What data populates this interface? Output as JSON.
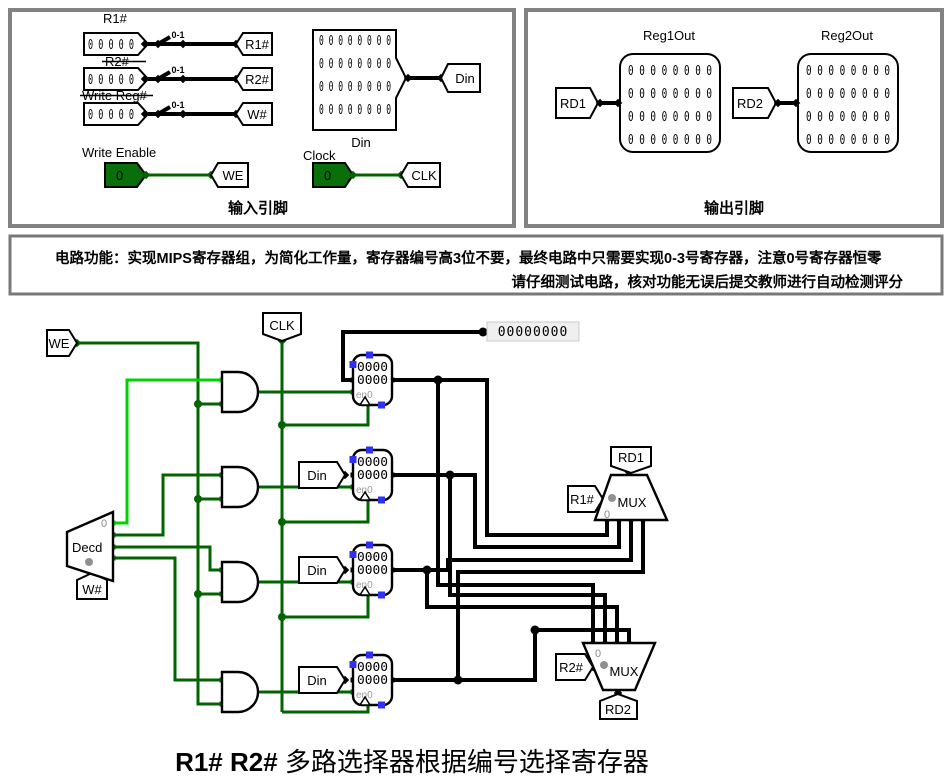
{
  "input_panel": {
    "caption": "输入引脚",
    "bus_pins": [
      {
        "label": "R1#",
        "bits": "0 0 0 0 0",
        "splitter": "0-1",
        "tunnel": "R1#"
      },
      {
        "label": "R2#",
        "bits": "0 0 0 0 0",
        "splitter": "0-1",
        "tunnel": "R2#"
      },
      {
        "label": "Write Reg#",
        "bits": "0 0 0 0 0",
        "splitter": "0-1",
        "tunnel": "W#"
      }
    ],
    "write_enable": {
      "label": "Write Enable",
      "value": "0",
      "tunnel": "WE"
    },
    "din": {
      "label": "Din",
      "row": "0 0 0 0 0 0 0 0",
      "tunnel": "Din"
    },
    "clock": {
      "label": "Clock",
      "value": "0",
      "tunnel": "CLK"
    }
  },
  "output_panel": {
    "caption": "输出引脚",
    "pins": [
      {
        "label": "Reg1Out",
        "row": "0 0 0 0 0 0 0 0",
        "tunnel": "RD1"
      },
      {
        "label": "Reg2Out",
        "row": "0 0 0 0 0 0 0 0",
        "tunnel": "RD2"
      }
    ]
  },
  "note": {
    "line1": "电路功能：实现MIPS寄存器组，为简化工作量，寄存器编号高3位不要，最终电路中只需要实现0-3号寄存器，注意0号寄存器恒零",
    "line2": "请仔细测试电路，核对功能无误后提交教师进行自动检测评分"
  },
  "circuit": {
    "tunnels": {
      "we": "WE",
      "clk": "CLK",
      "din": "Din",
      "r1": "R1#",
      "rd1": "RD1",
      "r2": "R2#",
      "rd2": "RD2",
      "w": "W#"
    },
    "decoder": {
      "label": "Decd",
      "sel": "0"
    },
    "mux1": {
      "label": "MUX",
      "sel": "0"
    },
    "mux2": {
      "label": "MUX",
      "sel": "0"
    },
    "register": {
      "row1": "0000",
      "row2": "0000",
      "en": "en0"
    },
    "probe": {
      "value": "00000000"
    }
  },
  "caption": {
    "lead": "R1# R2#",
    "rest": " 多路选择器根据编号选择寄存器"
  },
  "colors": {
    "wire_low": "#006400",
    "wire_high": "#00d200",
    "bundle": "#000000",
    "panel_border": "#828282",
    "selection_blue": "#3030f0",
    "pin_green": "#0a6e0a"
  }
}
